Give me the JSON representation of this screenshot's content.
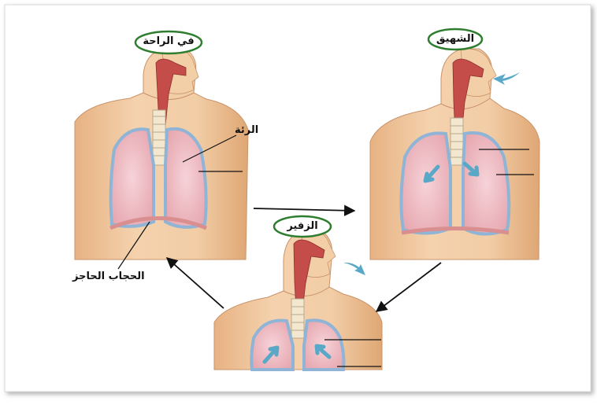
{
  "stages": {
    "rest": {
      "title": "في الراحة"
    },
    "inhalation": {
      "title": "الشهيق"
    },
    "exhalation": {
      "title": "الزفير"
    }
  },
  "labels": {
    "lung": "الرئة",
    "diaphragm": "الحجاب الحاجز"
  },
  "colors": {
    "skin": "#efc79c",
    "skin_dark": "#d9a676",
    "lung": "#efbcc3",
    "lung_outline": "#8fb4d6",
    "trachea": "#f3e7cf",
    "throat": "#c44d4a",
    "oval_border": "#2f7d2f",
    "air_arrow": "#5aa8c8",
    "cycle_arrow": "#111111"
  },
  "icons": [
    "air-in-arrow-icon",
    "air-out-arrow-icon",
    "cycle-arrow-icon"
  ]
}
